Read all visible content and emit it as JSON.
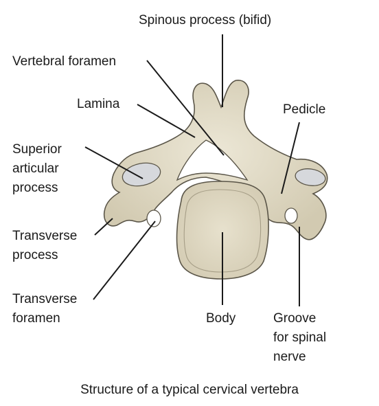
{
  "labels": {
    "spinous_process": "Spinous process (bifid)",
    "vertebral_foramen": "Vertebral foramen",
    "lamina": "Lamina",
    "pedicle": "Pedicle",
    "superior_articular": [
      "Superior",
      "articular",
      "process"
    ],
    "transverse_process": [
      "Transverse",
      "process"
    ],
    "transverse_foramen": [
      "Transverse",
      "foramen"
    ],
    "body": "Body",
    "groove": [
      "Groove",
      "for spinal",
      "nerve"
    ]
  },
  "caption": "Structure of a typical cervical vertebra",
  "colors": {
    "bone": "#e3ddc9",
    "bone_shade": "#c9c1a8",
    "bone_outline": "#5a5548",
    "facet": "#d6d8dc",
    "leader": "#1a1a1a",
    "text": "#1a1a1a"
  }
}
